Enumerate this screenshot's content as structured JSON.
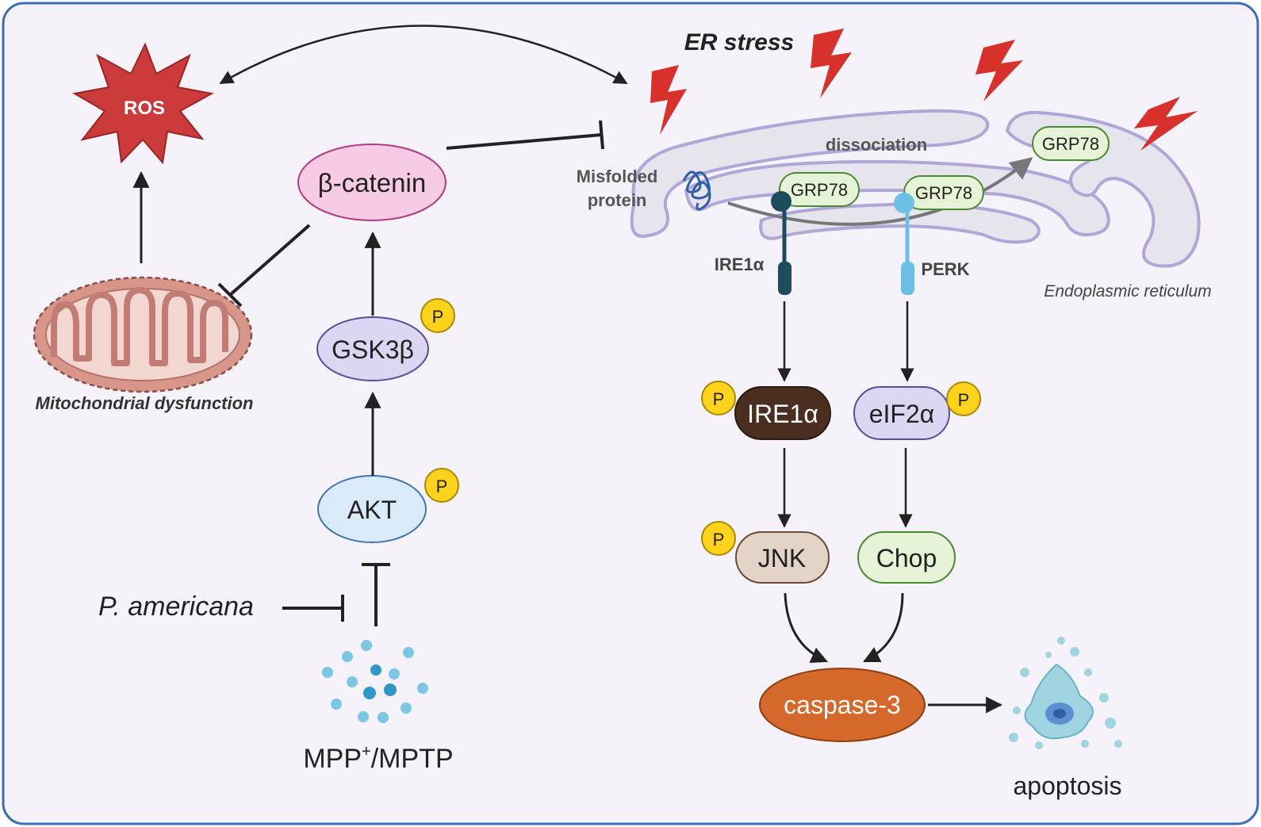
{
  "labels": {
    "ros": "ROS",
    "beta_catenin": "β-catenin",
    "gsk3b": "GSK3β",
    "akt": "AKT",
    "mito": "Mitochondrial dysfunction",
    "p_americana": "P. americana",
    "mpp_main": "MPP",
    "mpp_sup": "+",
    "mpp_rest": "/MPTP",
    "er_stress": "ER stress",
    "misfolded_1": "Misfolded",
    "misfolded_2": "protein",
    "dissociation": "dissociation",
    "grp78": "GRP78",
    "ire1a": "IRE1α",
    "perk": "PERK",
    "er": "Endoplasmic reticulum",
    "ire1a_p": "IRE1α",
    "eif2a": "eIF2α",
    "jnk": "JNK",
    "chop": "Chop",
    "caspase3": "caspase-3",
    "apoptosis": "apoptosis",
    "phospho": "P"
  },
  "colors": {
    "background": "#f5f3f9",
    "frame": "#3a6fb5",
    "ros": "#cc3b3b",
    "lightning": "#d8302b",
    "beta_catenin_fill": "#f6cbe3",
    "gsk3b_fill": "#ddd6f2",
    "akt_fill": "#d9ebf8",
    "ire1a_fill": "#4a2e1f",
    "eif2a_fill": "#ddd6f2",
    "jnk_fill": "#e4d4c8",
    "chop_fill": "#e7f3d6",
    "caspase_fill": "#d5692b",
    "phospho_fill": "#ffd21c",
    "er_fill": "#e6e4ec",
    "er_stroke": "#b0a6d8",
    "mito_fill": "#d8958a",
    "cell_fill": "#9fd4e0"
  },
  "icons": {
    "ros": "ros-starburst-icon",
    "mitochondrion": "mitochondrion-icon",
    "er": "endoplasmic-reticulum-icon",
    "lightning": "lightning-bolt-icon",
    "misfolded": "misfolded-protein-icon",
    "molecules": "mpp-molecules-icon",
    "apoptotic_cell": "apoptotic-cell-icon"
  }
}
